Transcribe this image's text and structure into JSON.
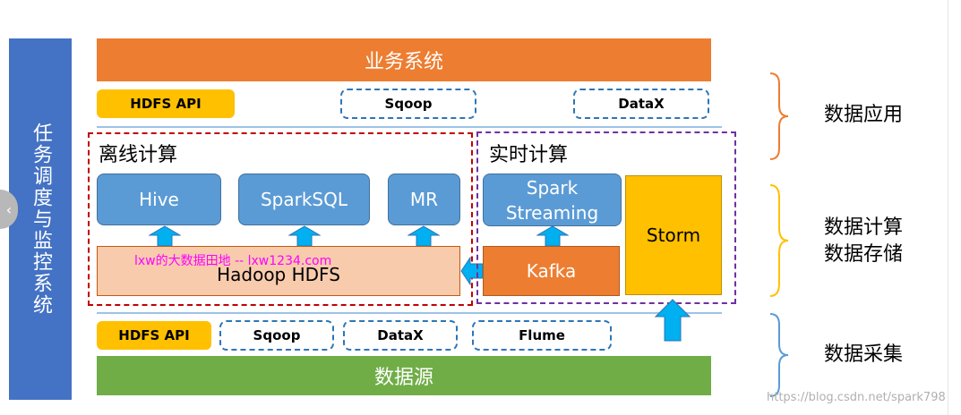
{
  "left_bar": {
    "label": "任务调度与监控系统"
  },
  "top_banner": {
    "label": "业务系统"
  },
  "bottom_banner": {
    "label": "数据源"
  },
  "top_tools": [
    {
      "label": "HDFS API",
      "style": "solid"
    },
    {
      "label": "Sqoop",
      "style": "dashed"
    },
    {
      "label": "DataX",
      "style": "dashed"
    }
  ],
  "bottom_tools": [
    {
      "label": "HDFS API",
      "style": "solid"
    },
    {
      "label": "Sqoop",
      "style": "dashed"
    },
    {
      "label": "DataX",
      "style": "dashed"
    },
    {
      "label": "Flume",
      "style": "dashed"
    }
  ],
  "offline": {
    "title": "离线计算",
    "engines": [
      "Hive",
      "SparkSQL",
      "MR"
    ],
    "storage": "Hadoop HDFS"
  },
  "realtime": {
    "title": "实时计算",
    "streaming": "Spark\nStreaming",
    "queue": "Kafka",
    "storm": "Storm"
  },
  "watermark": "lxw的大数据田地 -- lxw1234.com",
  "layers": [
    {
      "label": "数据应用",
      "color": "#ed7d31"
    },
    {
      "label": "数据计算\n数据存储",
      "color": "#ffc000"
    },
    {
      "label": "数据采集",
      "color": "#5b9bd5"
    }
  ],
  "credit": "https://blog.csdn.net/spark798",
  "nav": {
    "prev_icon": "chevron-left-icon"
  },
  "colors": {
    "orange": "#ed7d31",
    "green": "#70ad47",
    "blue": "#4472c4",
    "yellow": "#ffc000",
    "red_dash": "#c00000",
    "purple_dash": "#7030a0"
  }
}
